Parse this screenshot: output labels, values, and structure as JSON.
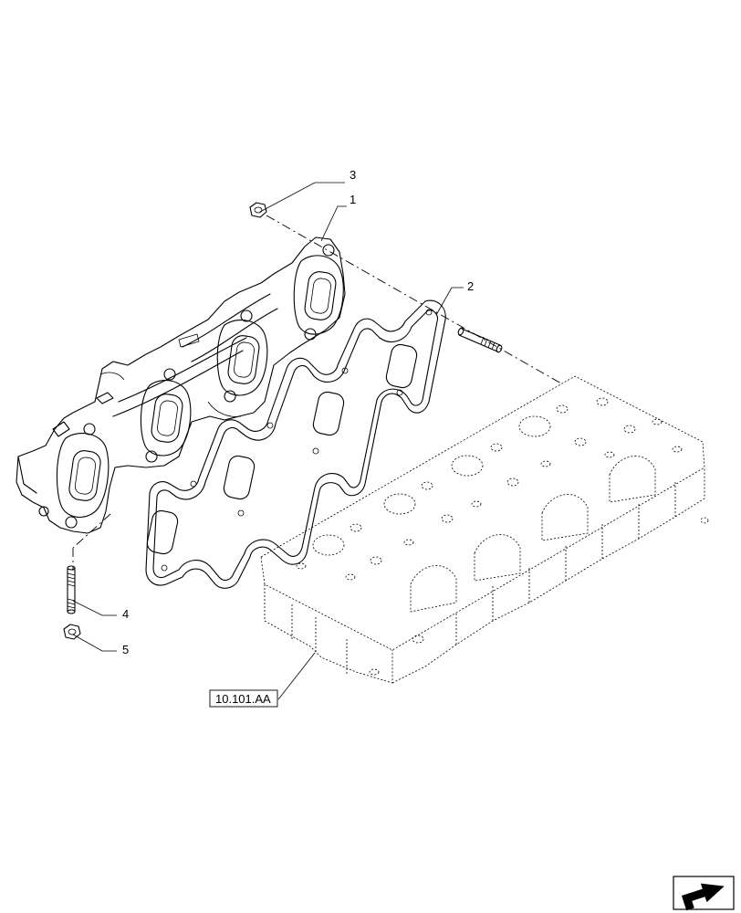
{
  "diagram": {
    "callouts": [
      {
        "id": "1",
        "label": "1"
      },
      {
        "id": "2",
        "label": "2"
      },
      {
        "id": "3",
        "label": "3"
      },
      {
        "id": "4",
        "label": "4"
      },
      {
        "id": "5",
        "label": "5"
      }
    ],
    "reference": "10.101.AA",
    "nav_icon": "next-page-arrow-icon"
  }
}
